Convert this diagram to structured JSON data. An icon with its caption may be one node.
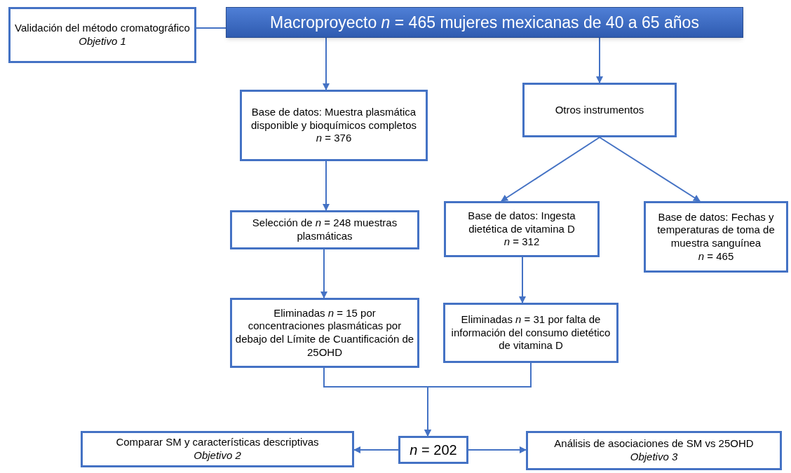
{
  "diagram": {
    "nodes": [
      {
        "text": [
          "Validación del método cromatográfico",
          "Objetivo 1"
        ]
      },
      {
        "text": [
          "Macroproyecto *n* = 465 mujeres mexicanas de 40 a 65 años"
        ]
      },
      {
        "text": [
          "Base de datos: Muestra plasmática disponible y bioquímicos completos",
          "*n* = 376"
        ]
      },
      {
        "text": [
          "Otros instrumentos"
        ]
      },
      {
        "text": [
          "Selección de *n* = 248 muestras plasmáticas"
        ]
      },
      {
        "text": [
          "Base de datos: Ingesta dietética de vitamina D",
          "*n* = 312"
        ]
      },
      {
        "text": [
          "Base de datos: Fechas y temperaturas de toma de muestra sanguínea",
          "*n* = 465"
        ]
      },
      {
        "text": [
          "Eliminadas *n* = 15 por concentraciones plasmáticas por debajo del Límite de Cuantificación de 25OHD"
        ]
      },
      {
        "text": [
          "Eliminadas *n* = 31 por falta de información del consumo dietético de vitamina D"
        ]
      },
      {
        "text": [
          "*n* = 202"
        ]
      },
      {
        "text": [
          "Comparar SM y características descriptivas",
          "Objetivo 2"
        ]
      },
      {
        "text": [
          "Análisis de asociaciones de SM vs 25OHD",
          "Objetivo 3"
        ]
      }
    ],
    "edges": [
      {
        "from": 0,
        "to": 1,
        "arrow": "none"
      },
      {
        "from": 1,
        "to": 2,
        "arrow": "to"
      },
      {
        "from": 1,
        "to": 3,
        "arrow": "to"
      },
      {
        "from": 3,
        "to": 5,
        "arrow": "to"
      },
      {
        "from": 3,
        "to": 6,
        "arrow": "to"
      },
      {
        "from": 2,
        "to": 4,
        "arrow": "to"
      },
      {
        "from": 4,
        "to": 7,
        "arrow": "to"
      },
      {
        "from": 5,
        "to": 8,
        "arrow": "to"
      },
      {
        "from": 7,
        "to": 9,
        "arrow": "to"
      },
      {
        "from": 8,
        "to": 9,
        "arrow": "to"
      },
      {
        "from": 9,
        "to": 10,
        "arrow": "to"
      },
      {
        "from": 9,
        "to": 11,
        "arrow": "to"
      }
    ]
  }
}
